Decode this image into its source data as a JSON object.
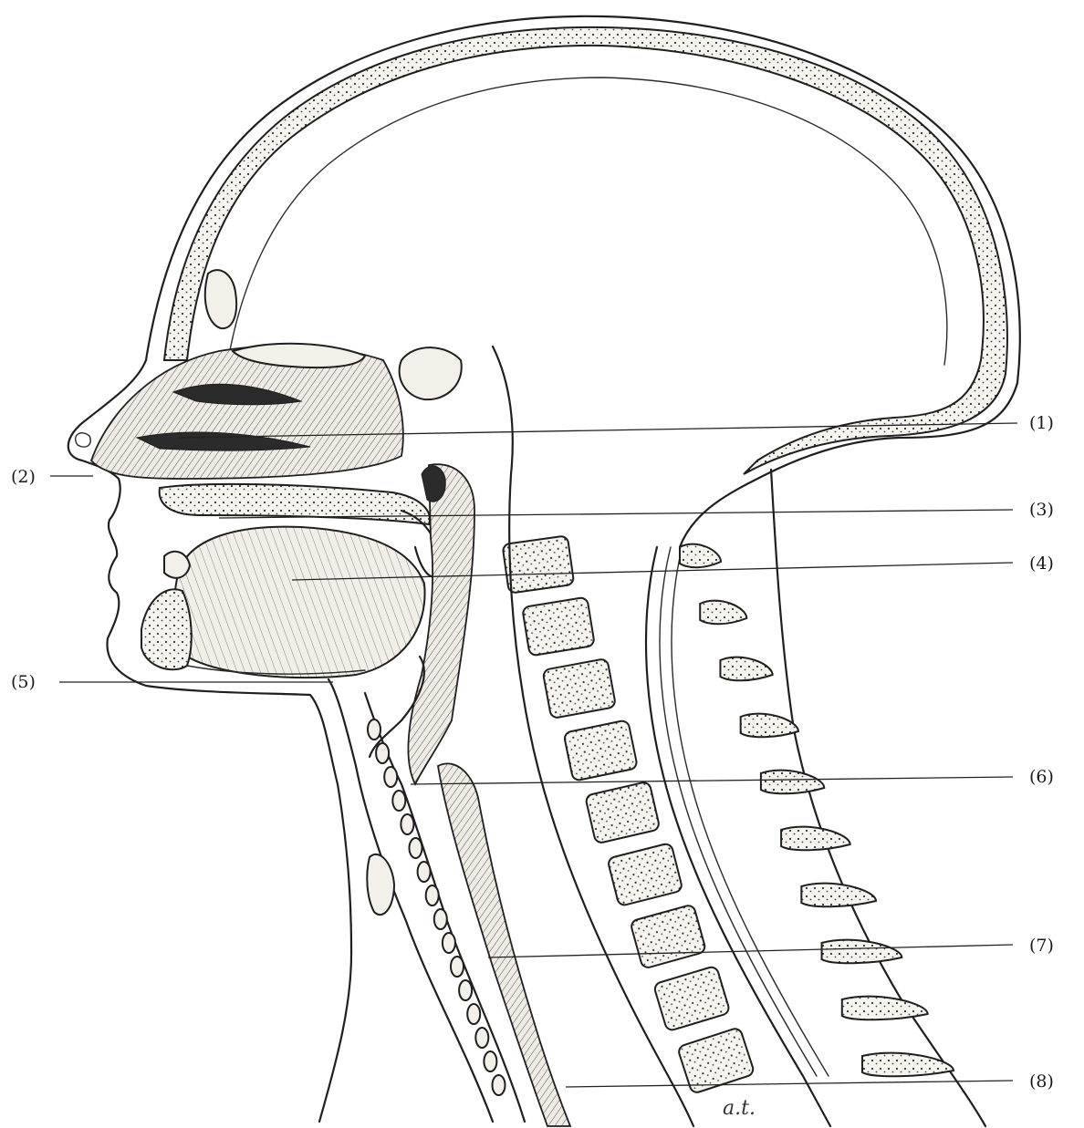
{
  "labels": [
    {
      "id": "1",
      "text": "(1)"
    },
    {
      "id": "2",
      "text": "(2)"
    },
    {
      "id": "3",
      "text": "(3)"
    },
    {
      "id": "4",
      "text": "(4)"
    },
    {
      "id": "5",
      "text": "(5)"
    },
    {
      "id": "6",
      "text": "(6)"
    },
    {
      "id": "7",
      "text": "(7)"
    },
    {
      "id": "8",
      "text": "(8)"
    }
  ],
  "signature": "a.t."
}
